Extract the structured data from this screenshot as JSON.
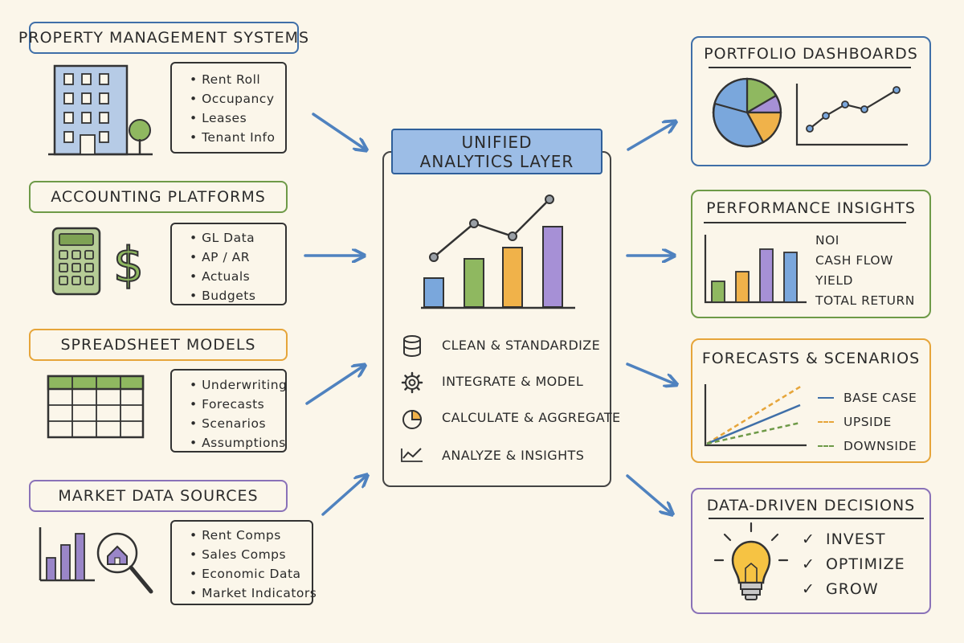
{
  "colors": {
    "blue": "#3f6fa8",
    "green": "#6e9a48",
    "orange": "#e6a53a",
    "purple": "#8a72b8",
    "arrow": "#4f82bf"
  },
  "sources": [
    {
      "title": "Property Management Systems",
      "items": [
        "Rent Roll",
        "Occupancy",
        "Leases",
        "Tenant Info"
      ],
      "icon": "building-icon"
    },
    {
      "title": "Accounting Platforms",
      "items": [
        "GL Data",
        "AP / AR",
        "Actuals",
        "Budgets"
      ],
      "icon": "calculator-icon"
    },
    {
      "title": "Spreadsheet Models",
      "items": [
        "Underwriting",
        "Forecasts",
        "Scenarios",
        "Assumptions"
      ],
      "icon": "spreadsheet-icon"
    },
    {
      "title": "Market Data Sources",
      "items": [
        "Rent Comps",
        "Sales Comps",
        "Economic Data",
        "Market Indicators"
      ],
      "icon": "magnifier-house-icon"
    }
  ],
  "center": {
    "title": "Unified Analytics Layer",
    "steps": [
      {
        "label": "Clean & Standardize",
        "icon": "database-icon"
      },
      {
        "label": "Integrate & Model",
        "icon": "gear-icon"
      },
      {
        "label": "Calculate & Aggregate",
        "icon": "pie-icon"
      },
      {
        "label": "Analyze & Insights",
        "icon": "trend-icon"
      }
    ]
  },
  "outputs": {
    "dashboards": {
      "title": "Portfolio Dashboards"
    },
    "performance": {
      "title": "Performance Insights",
      "items": [
        "NOI",
        "Cash Flow",
        "Yield",
        "Total Return"
      ]
    },
    "forecasts": {
      "title": "Forecasts & Scenarios",
      "legend": [
        "Base Case",
        "Upside",
        "Downside"
      ]
    },
    "decisions": {
      "title": "Data-Driven Decisions",
      "items": [
        "Invest",
        "Optimize",
        "Grow"
      ],
      "check": "✓"
    }
  }
}
